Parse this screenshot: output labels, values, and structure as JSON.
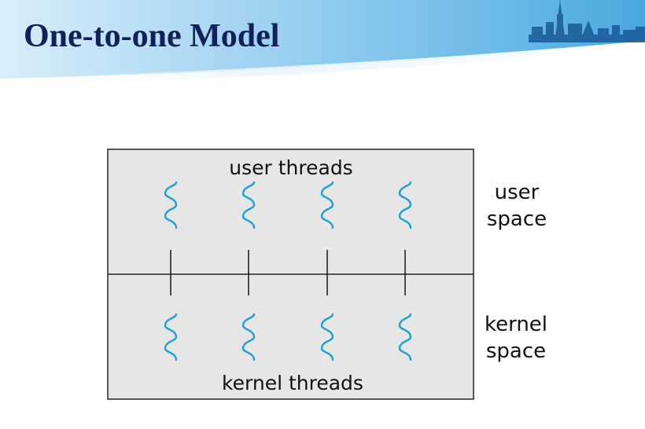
{
  "slide": {
    "title": "One-to-one Model"
  },
  "diagram": {
    "user_threads_label": "user threads",
    "kernel_threads_label": "kernel threads",
    "user_space_label": [
      "user",
      "space"
    ],
    "kernel_space_label": [
      "kernel",
      "space"
    ],
    "thread_pairs": 4,
    "colors": {
      "region_fill": "#e6e6e6",
      "thread": "#1a9fd6",
      "border": "#222222",
      "title": "#12215a"
    }
  }
}
